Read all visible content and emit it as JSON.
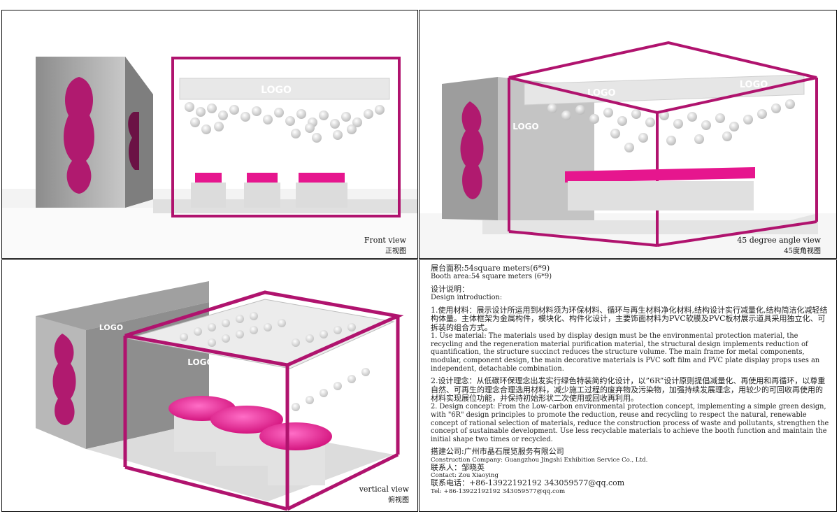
{
  "views": {
    "front": {
      "label_en": "Front view",
      "label_zh": "正视图",
      "logo_text": "LOGO"
    },
    "angle": {
      "label_en": "45 degree angle view",
      "label_zh": "45度角视图",
      "logo_text": "LOGO"
    },
    "vertical": {
      "label_en": "vertical view",
      "label_zh": "俯视图",
      "logo_text": "LOGO"
    }
  },
  "description": {
    "area_zh": "展台面积:54square meters(6*9)",
    "area_en": "Booth area:54 square meters (6*9)",
    "intro_zh": "设计说明：",
    "intro_en": "Design introduction:",
    "material_zh": "1.使用材料：展示设计所运用到材料须为环保材料、循环与再生材料净化材料,结构设计实行减量化,结构简洁化减轻结构体量。主体框架为金属构件，模块化、构件化设计，主要饰面材料为PVC软膜及PVC板材展示道具采用独立化、可拆装的组合方式。",
    "material_en": "1. Use material: The materials used by display design must be the environmental protection material, the recycling and the regeneration material purification material, the structural design implements reduction of quantification, the structure succinct reduces the structure volume. The main frame for metal components, modular, component design, the main decorative materials is PVC soft film and PVC plate display props uses an independent, detachable combination.",
    "concept_zh": "2.设计理念：从低碳环保理念出发实行绿色特装简约化设计，以”6R”设计原则提倡减量化、再使用和再循环，以尊重自然、可再生的理念合理选用材料，减少施工过程的废弃物及污染物，加强持续发展理念，用较少的可回收再使用的材料实现展位功能，并保持初始形状二次使用或回收再利用。",
    "concept_en": "2. Design concept: From the Low-carbon environmental protection concept, implementing a simple green design, with \"6R\" design principles to promote the reduction, reuse and recycling to respect the natural, renewable concept of rational selection of materials, reduce the construction process of waste and pollutants, strengthen the concept of sustainable development. Use less recyclable materials to achieve the booth function and maintain the initial shape two times or recycled.",
    "company_zh": "搭建公司:广州市晶石展览服务有限公司",
    "company_en": "Construction Company: Guangzhou Jingshi Exhibition Service Co., Ltd.",
    "contact_zh": "联系人：邹晓英",
    "contact_en": "Contact: Zou Xiaoying",
    "tel_zh": "联系电话：+86-13922192192  343059577@qq.com",
    "tel_en": "Tel: +86-13922192192  343059577@qq.com"
  },
  "colors": {
    "frame": "#b0136e",
    "accent": "#e6168e",
    "wall": "#9a9a9a",
    "floor": "#f2f2f2"
  }
}
